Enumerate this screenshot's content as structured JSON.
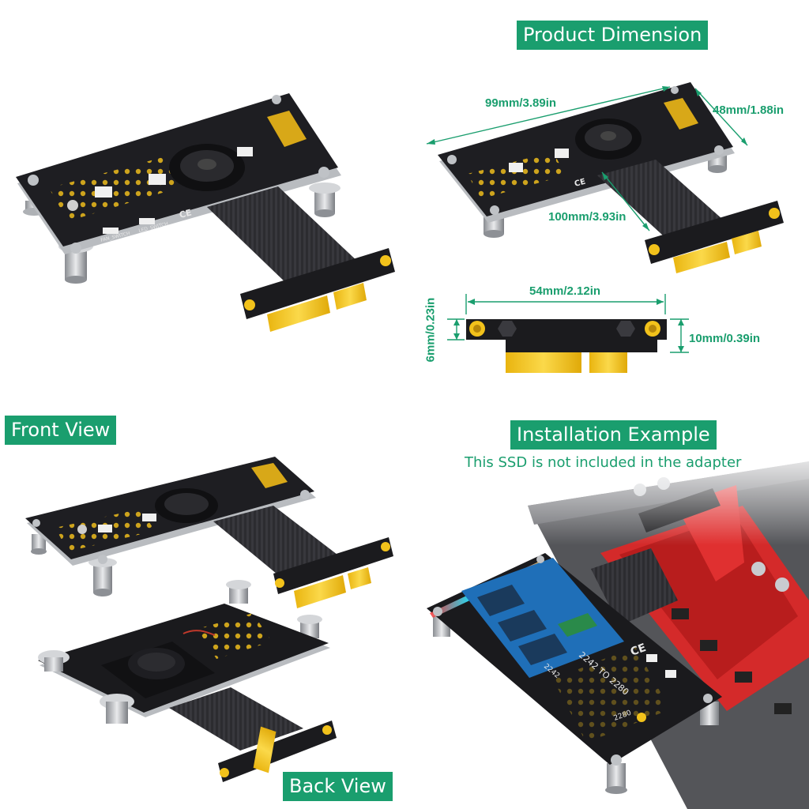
{
  "sections": {
    "product_dimension": "Product Dimension",
    "front_view": "Front View",
    "back_view": "Back View",
    "installation_example": "Installation Example"
  },
  "installation_note": "This  SSD is not included in the adapter",
  "dimensions": {
    "board_length": "99mm/3.89in",
    "board_width": "48mm/1.88in",
    "cable_length": "100mm/3.93in",
    "connector_width": "54mm/2.12in",
    "connector_side_height": "6mm/0.23in",
    "connector_total_height": "10mm/0.39in"
  },
  "board_silkscreen": {
    "fan_switch": "FAN_SWITCH",
    "led_switch": "LED_SWITCH",
    "ce_mark": "CE",
    "ssd_sizes": [
      "2242",
      "2280"
    ],
    "ssd_size_range": "2242  TO  2280"
  },
  "colors": {
    "accent": "#1a9e6e",
    "pcb": "#1e1e22",
    "gold": "#f2c21b",
    "cable": "#2a2a2e",
    "motherboard_slot": "#d42a2a"
  }
}
